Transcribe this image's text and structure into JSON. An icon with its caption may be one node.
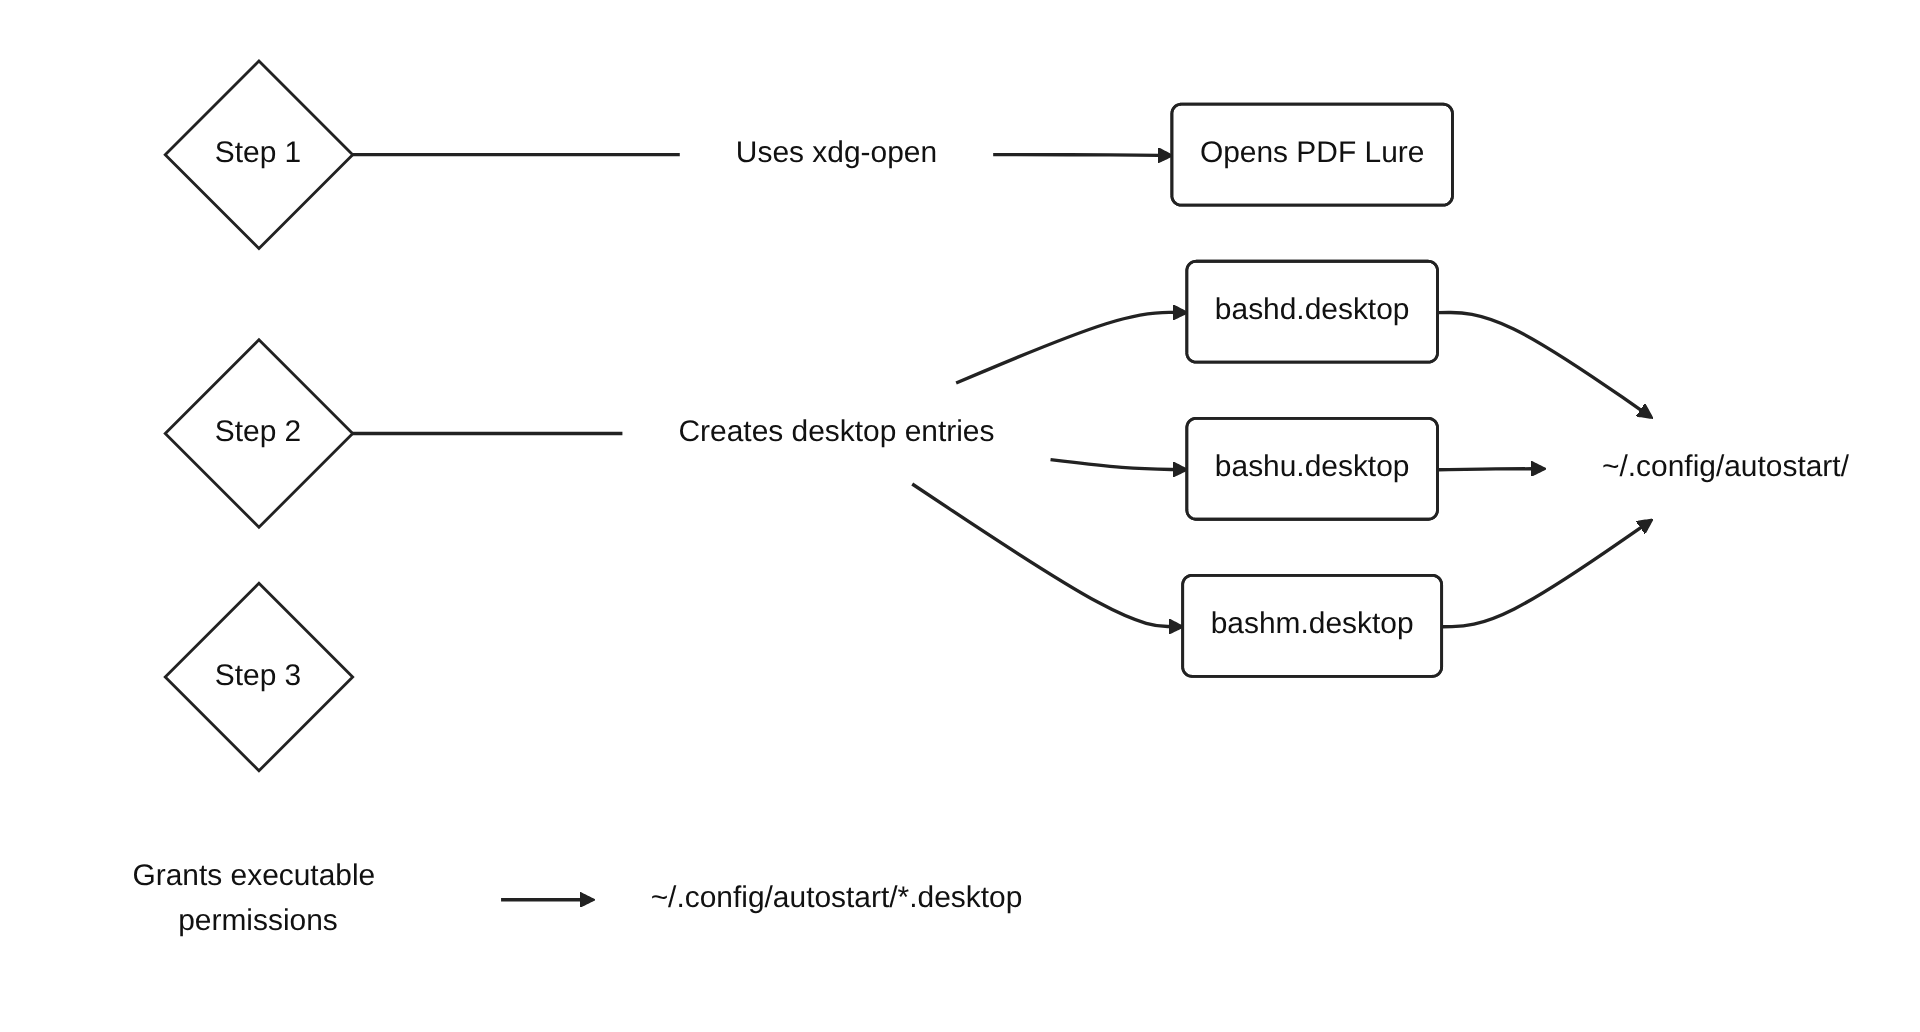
{
  "diagram": {
    "nodes": [
      {
        "text": [
          "Step 1"
        ]
      },
      {
        "text": [
          "Uses xdg-open"
        ]
      },
      {
        "text": [
          "Opens PDF Lure"
        ]
      },
      {
        "text": [
          "Step 2"
        ]
      },
      {
        "text": [
          "Creates desktop entries"
        ]
      },
      {
        "text": [
          "bashd.desktop"
        ]
      },
      {
        "text": [
          "bashu.desktop"
        ]
      },
      {
        "text": [
          "bashm.desktop"
        ]
      },
      {
        "text": [
          "~/.config/autostart/"
        ]
      },
      {
        "text": [
          "Step 3"
        ]
      },
      {
        "text": [
          "Grants executable permissions"
        ]
      },
      {
        "text": [
          "~/.config/autostart/*.desktop"
        ]
      }
    ],
    "edges": [
      {
        "from": 0,
        "to": 1,
        "arrow": "none"
      },
      {
        "from": 1,
        "to": 2,
        "arrow": "to"
      },
      {
        "from": 3,
        "to": 4,
        "arrow": "none"
      },
      {
        "from": 4,
        "to": 5,
        "arrow": "to"
      },
      {
        "from": 4,
        "to": 6,
        "arrow": "to"
      },
      {
        "from": 4,
        "to": 7,
        "arrow": "to"
      },
      {
        "from": 5,
        "to": 8,
        "arrow": "to"
      },
      {
        "from": 6,
        "to": 8,
        "arrow": "to"
      },
      {
        "from": 7,
        "to": 8,
        "arrow": "to"
      },
      {
        "from": 10,
        "to": 11,
        "arrow": "to"
      }
    ]
  }
}
